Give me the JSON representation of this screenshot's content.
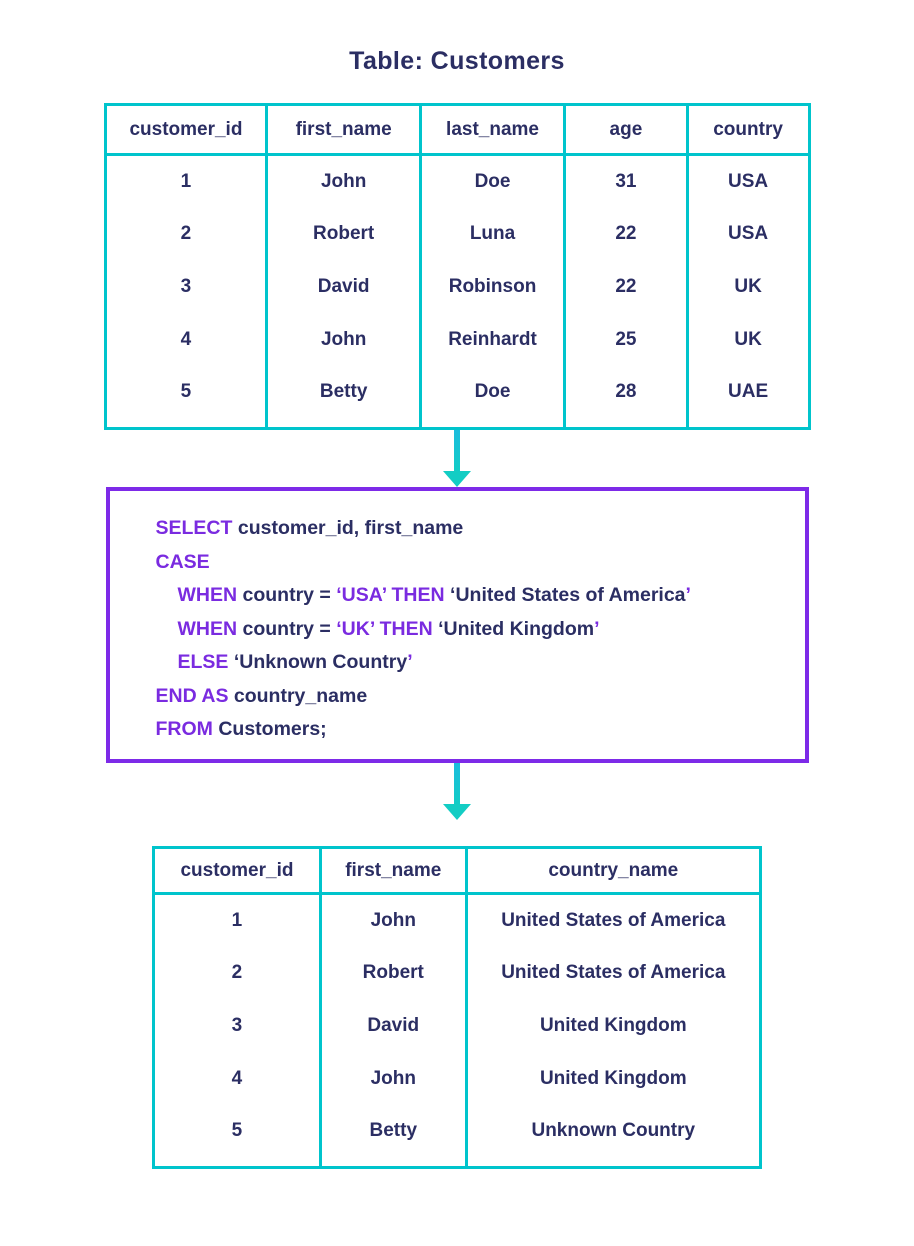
{
  "title": "Table: Customers",
  "colors": {
    "teal": "#00c4cc",
    "navy": "#2b2e63",
    "keyword_purple": "#7a2be0",
    "box_border_purple": "#7d2ae8"
  },
  "source_table": {
    "headers": [
      "customer_id",
      "first_name",
      "last_name",
      "age",
      "country"
    ],
    "rows": [
      [
        "1",
        "John",
        "Doe",
        "31",
        "USA"
      ],
      [
        "2",
        "Robert",
        "Luna",
        "22",
        "USA"
      ],
      [
        "3",
        "David",
        "Robinson",
        "22",
        "UK"
      ],
      [
        "4",
        "John",
        "Reinhardt",
        "25",
        "UK"
      ],
      [
        "5",
        "Betty",
        "Doe",
        "28",
        "UAE"
      ]
    ]
  },
  "sql_query": {
    "lines": [
      {
        "indent": false,
        "segments": [
          {
            "style": "kw",
            "text": "SELECT"
          },
          {
            "style": "plain",
            "text": " customer_id, first_name"
          }
        ]
      },
      {
        "indent": false,
        "segments": [
          {
            "style": "kw",
            "text": "CASE"
          }
        ]
      },
      {
        "indent": true,
        "segments": [
          {
            "style": "kw",
            "text": "WHEN"
          },
          {
            "style": "plain",
            "text": " country = "
          },
          {
            "style": "kw",
            "text": "‘USA’"
          },
          {
            "style": "plain",
            "text": " "
          },
          {
            "style": "kw",
            "text": "THEN"
          },
          {
            "style": "plain",
            "text": " ‘United States of America"
          },
          {
            "style": "kw",
            "text": "’"
          }
        ]
      },
      {
        "indent": true,
        "segments": [
          {
            "style": "kw",
            "text": "WHEN"
          },
          {
            "style": "plain",
            "text": " country = "
          },
          {
            "style": "kw",
            "text": "‘UK’"
          },
          {
            "style": "plain",
            "text": " "
          },
          {
            "style": "kw",
            "text": "THEN"
          },
          {
            "style": "plain",
            "text": " ‘United Kingdom"
          },
          {
            "style": "kw",
            "text": "’"
          }
        ]
      },
      {
        "indent": true,
        "segments": [
          {
            "style": "kw",
            "text": "ELSE"
          },
          {
            "style": "plain",
            "text": " ‘Unknown Country"
          },
          {
            "style": "kw",
            "text": "’"
          }
        ]
      },
      {
        "indent": false,
        "segments": [
          {
            "style": "kw",
            "text": "END AS"
          },
          {
            "style": "plain",
            "text": " country_name"
          }
        ]
      },
      {
        "indent": false,
        "segments": [
          {
            "style": "kw",
            "text": "FROM"
          },
          {
            "style": "plain",
            "text": " Customers;"
          }
        ]
      }
    ]
  },
  "result_table": {
    "headers": [
      "customer_id",
      "first_name",
      "country_name"
    ],
    "rows": [
      [
        "1",
        "John",
        "United States of America"
      ],
      [
        "2",
        "Robert",
        "United States of America"
      ],
      [
        "3",
        "David",
        "United Kingdom"
      ],
      [
        "4",
        "John",
        "United Kingdom"
      ],
      [
        "5",
        "Betty",
        "Unknown Country"
      ]
    ]
  }
}
